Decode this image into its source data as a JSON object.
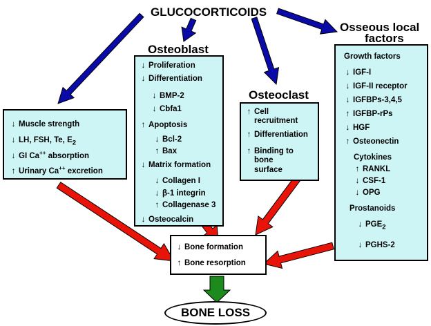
{
  "title": "GLUCOCORTICOIDS",
  "colors": {
    "box_fill": "#cdf5f6",
    "arrow_blue": "#0a0aa8",
    "arrow_red": "#e8140a",
    "arrow_green": "#1d8a1d"
  },
  "muscle_box": {
    "items": [
      {
        "arrow": "down",
        "text": "Muscle strength"
      },
      {
        "arrow": "down",
        "text": "LH, FSH, Te, E",
        "sub": "2"
      },
      {
        "arrow": "down",
        "text": "GI Ca",
        "sup": "++",
        "text2": " absorption"
      },
      {
        "arrow": "up",
        "text": "Urinary Ca",
        "sup": "++",
        "text2": " excretion"
      }
    ]
  },
  "osteoblast": {
    "title": "Osteoblast",
    "items": [
      {
        "arrow": "down",
        "text": "Proliferation"
      },
      {
        "arrow": "down",
        "text": "Differentiation"
      },
      {
        "arrow": "down",
        "text": "BMP-2"
      },
      {
        "arrow": "down",
        "text": "Cbfa1"
      },
      {
        "arrow": "up",
        "text": "Apoptosis"
      },
      {
        "arrow": "down",
        "text": "Bcl-2"
      },
      {
        "arrow": "up",
        "text": "Bax"
      },
      {
        "arrow": "down",
        "text": "Matrix formation"
      },
      {
        "arrow": "down",
        "text": "Collagen I"
      },
      {
        "arrow": "down",
        "text": "β-1 integrin"
      },
      {
        "arrow": "up",
        "text": "Collagenase 3"
      },
      {
        "arrow": "down",
        "text": "Osteocalcin"
      }
    ]
  },
  "osteoclast": {
    "title": "Osteoclast",
    "items": [
      {
        "arrow": "up",
        "text": "Cell"
      },
      {
        "arrow": "none",
        "text": "recruitment"
      },
      {
        "arrow": "up",
        "text": "Differentiation"
      },
      {
        "arrow": "up",
        "text": "Binding to"
      },
      {
        "arrow": "none",
        "text": "bone"
      },
      {
        "arrow": "none",
        "text": "surface"
      }
    ]
  },
  "osseous": {
    "title_line1": "Osseous local",
    "title_line2": "factors",
    "growth_title": "Growth factors",
    "growth": [
      {
        "arrow": "down",
        "text": "IGF-I"
      },
      {
        "arrow": "down",
        "text": "IGF-II receptor"
      },
      {
        "arrow": "down",
        "text": "IGFBPs-3,4,5"
      },
      {
        "arrow": "up",
        "text": "IGFBP-rPs"
      },
      {
        "arrow": "down",
        "text": "HGF"
      },
      {
        "arrow": "up",
        "text": "Osteonectin"
      }
    ],
    "cytokines_title": "Cytokines",
    "cytokines": [
      {
        "arrow": "up",
        "text": "RANKL"
      },
      {
        "arrow": "down",
        "text": "CSF-1"
      },
      {
        "arrow": "down",
        "text": "OPG"
      }
    ],
    "prostanoids_title": "Prostanoids",
    "prostanoids": [
      {
        "arrow": "down",
        "text": "PGE",
        "sub": "2"
      },
      {
        "arrow": "down",
        "text": "PGHS-2"
      }
    ]
  },
  "bone_box": {
    "items": [
      {
        "arrow": "down",
        "text": "Bone formation"
      },
      {
        "arrow": "up",
        "text": "Bone resorption"
      }
    ]
  },
  "result": "BONE LOSS"
}
